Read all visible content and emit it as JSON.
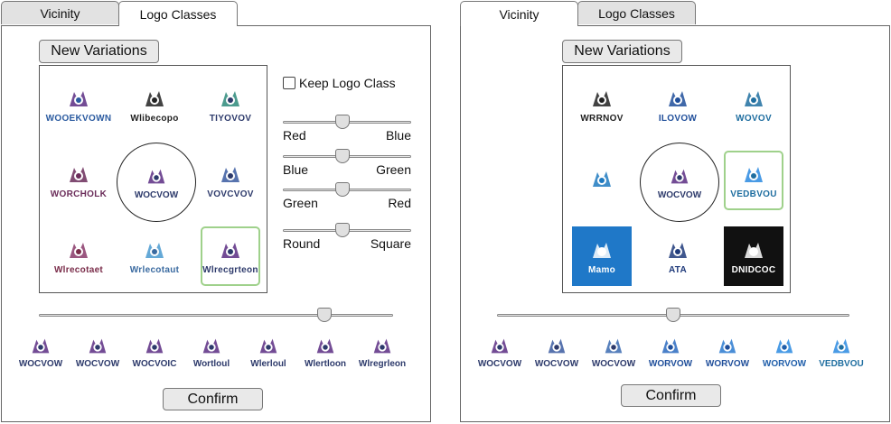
{
  "left": {
    "tabs": [
      {
        "label": "Vicinity"
      },
      {
        "label": "Logo Classes"
      }
    ],
    "active_tab": 1,
    "new_variations": "New Variations",
    "keep_logo_class": "Keep Logo Class",
    "keep_checked": false,
    "sliders": [
      {
        "left": "Red",
        "right": "Blue",
        "value": 0.46
      },
      {
        "left": "Blue",
        "right": "Green",
        "value": 0.46
      },
      {
        "left": "Green",
        "right": "Red",
        "value": 0.46
      },
      {
        "left": "Round",
        "right": "Square",
        "value": 0.46
      }
    ],
    "grid": [
      {
        "word": "WOOEKVOWN",
        "color": "#2b5ba0",
        "accent": "#5a2d82"
      },
      {
        "word": "Wlibecopo",
        "color": "#222222",
        "accent": "#222222"
      },
      {
        "word": "TIYOVOV",
        "color": "#2d3a6b",
        "accent": "#2d8a7a"
      },
      {
        "word": "WORCHOLK",
        "color": "#6b2d5a",
        "accent": "#6b2d5a"
      },
      {
        "word": "WOCVOW",
        "color": "#2d3a6b",
        "accent": "#5a2d82"
      },
      {
        "word": "VOVCVOV",
        "color": "#2d3a6b",
        "accent": "#3a5aa0"
      },
      {
        "word": "Wlrecotaet",
        "color": "#7a2d4a",
        "accent": "#8a3a6a"
      },
      {
        "word": "Wrlecotaut",
        "color": "#3a6aa0",
        "accent": "#4a9ad0"
      },
      {
        "word": "Wlrecgrteon",
        "color": "#2d3a6b",
        "accent": "#5a2d82"
      }
    ],
    "selected_index": 8,
    "main_slider_value": 0.82,
    "strip": [
      {
        "word": "WOCVOW",
        "color": "#2d3a6b",
        "accent": "#5a2d82"
      },
      {
        "word": "WOCVOW",
        "color": "#2d3a6b",
        "accent": "#5a2d82"
      },
      {
        "word": "WOCVOIC",
        "color": "#2d3a6b",
        "accent": "#5a2d82"
      },
      {
        "word": "Wortloul",
        "color": "#2d3a6b",
        "accent": "#5a2d82"
      },
      {
        "word": "Wlerloul",
        "color": "#2d3a6b",
        "accent": "#5a2d82"
      },
      {
        "word": "Wlertloon",
        "color": "#2d3a6b",
        "accent": "#5a2d82"
      },
      {
        "word": "Wlregrleon",
        "color": "#2d3a6b",
        "accent": "#5a2d82"
      }
    ],
    "confirm": "Confirm"
  },
  "right": {
    "tabs": [
      {
        "label": "Vicinity"
      },
      {
        "label": "Logo Classes"
      }
    ],
    "active_tab": 0,
    "new_variations": "New Variations",
    "grid": [
      {
        "word": "WRRNOV",
        "color": "#222222",
        "accent": "#222222",
        "bg": ""
      },
      {
        "word": "ILOVOW",
        "color": "#1f4e9a",
        "accent": "#1f4e9a",
        "bg": ""
      },
      {
        "word": "WOVOV",
        "color": "#1f6ea0",
        "accent": "#1f6ea0",
        "bg": ""
      },
      {
        "word": "",
        "color": "#1f7ac0",
        "accent": "#1f7ac0",
        "bg": ""
      },
      {
        "word": "WOCVOW",
        "color": "#2d3a6b",
        "accent": "#5a2d82",
        "bg": ""
      },
      {
        "word": "VEDBVOU",
        "color": "#1f6ea0",
        "accent": "#2a8ae0",
        "bg": ""
      },
      {
        "word": "Mamo",
        "color": "#ffffff",
        "accent": "#ffffff",
        "bg": "#1f78c8"
      },
      {
        "word": "ATA",
        "color": "#1f3a7a",
        "accent": "#1f3a7a",
        "bg": ""
      },
      {
        "word": "DNIDCOC",
        "color": "#ffffff",
        "accent": "#ffffff",
        "bg": "#111111"
      }
    ],
    "selected_index": 5,
    "main_slider_value": 0.5,
    "strip": [
      {
        "word": "WOCVOW",
        "color": "#2d3a6b",
        "accent": "#5a2d82"
      },
      {
        "word": "WOCVOW",
        "color": "#2d3a6b",
        "accent": "#3a5aa0"
      },
      {
        "word": "WOCVOW",
        "color": "#2d3a6b",
        "accent": "#3a6ab0"
      },
      {
        "word": "WORVOW",
        "color": "#1f4e9a",
        "accent": "#2a6ac0"
      },
      {
        "word": "WORVOW",
        "color": "#1f4e9a",
        "accent": "#2a7ad0"
      },
      {
        "word": "WORVOW",
        "color": "#1f5eaa",
        "accent": "#2a8ae0"
      },
      {
        "word": "VEDBVOU",
        "color": "#1f6ea0",
        "accent": "#2a8ae0"
      }
    ],
    "confirm": "Confirm"
  }
}
